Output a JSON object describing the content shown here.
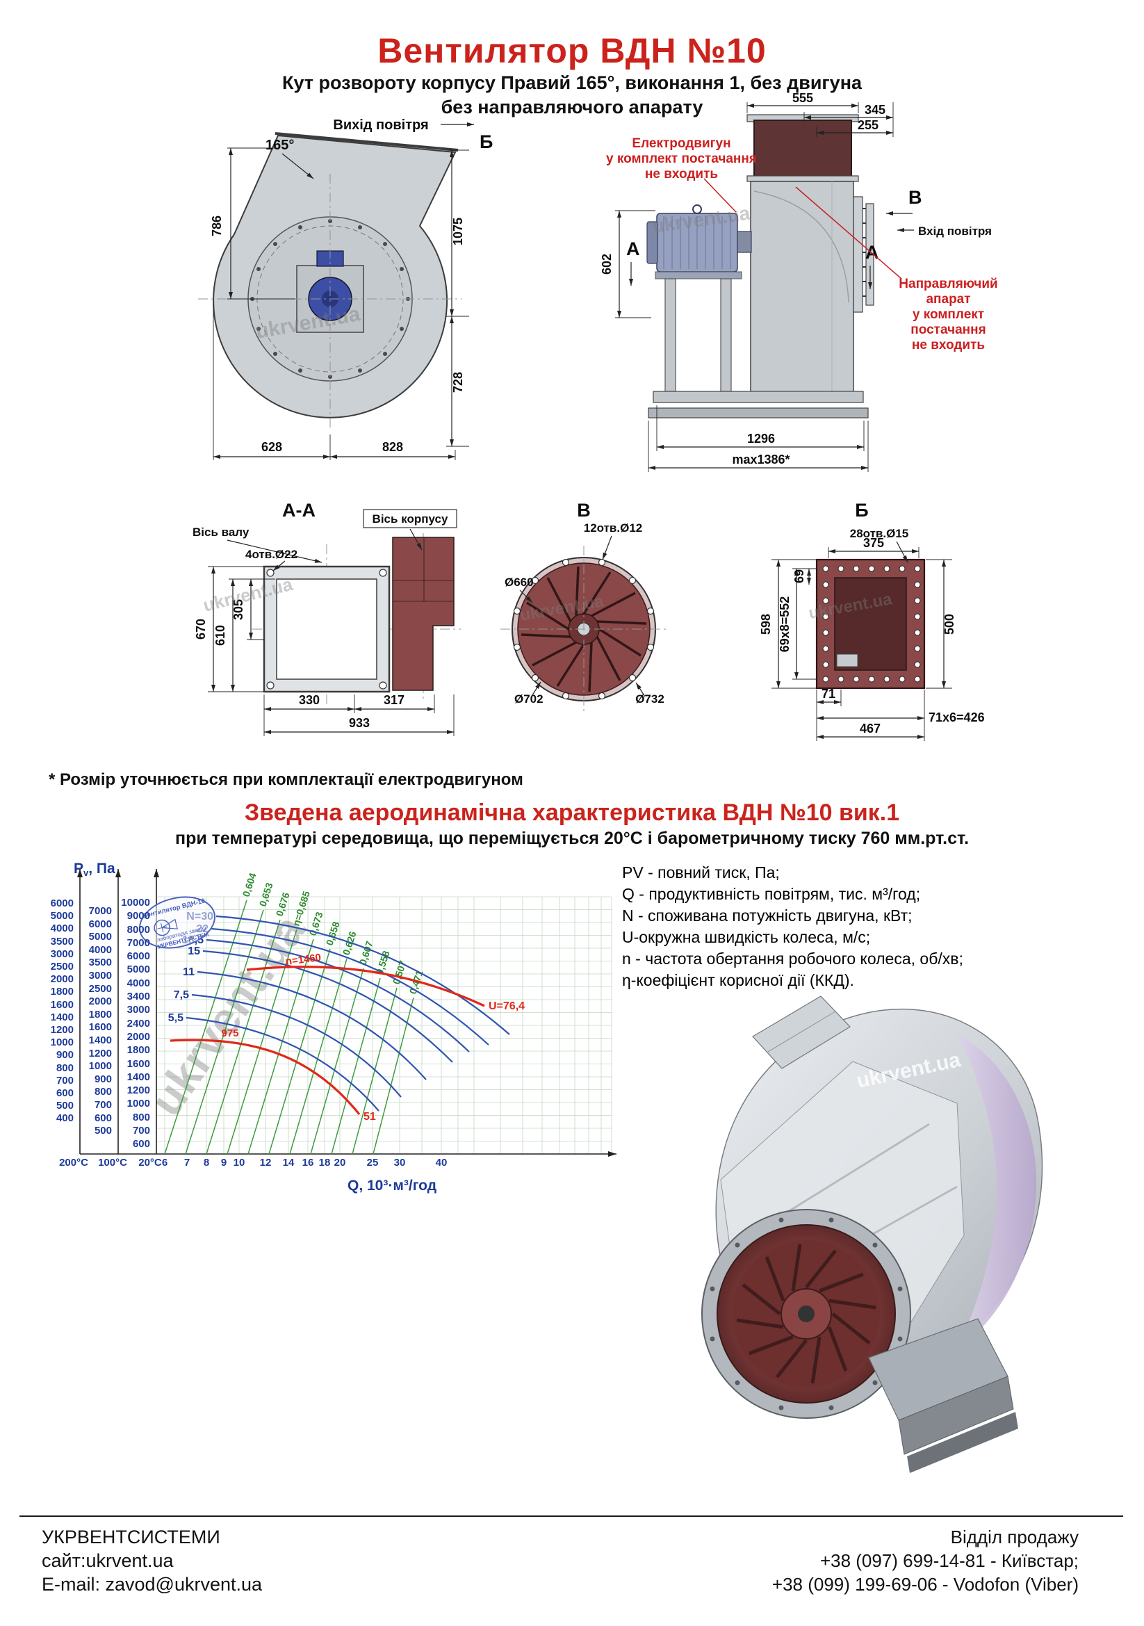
{
  "watermark": "ukrvent.ua",
  "header": {
    "title": "Вентилятор  ВДН №10",
    "subtitle1": "Кут розвороту корпусу Правий 165°, виконання 1, без двигуна",
    "subtitle2": "без направляючого апарату"
  },
  "side_view": {
    "air_out": "Вихід повітря",
    "view_b": "Б",
    "angle": "165°",
    "d786": "786",
    "d1075": "1075",
    "d728": "728",
    "d628": "628",
    "d828": "828"
  },
  "front_view": {
    "d555": "555",
    "d345": "345",
    "d255": "255",
    "d602": "602",
    "d1296": "1296",
    "dmax": "max1386*",
    "view_v": "В",
    "air_in": "Вхід повітря",
    "a_left": "А",
    "a_right": "А",
    "note_motor": [
      "Електродвигун",
      "у комплект постачання",
      "не входить"
    ],
    "note_guide": [
      "Направляючий апарат",
      "у комплект постачання",
      "не входить"
    ]
  },
  "section_aa": {
    "title": "А-А",
    "axis_shaft": "Вісь валу",
    "axis_body": "Вісь корпусу",
    "holes": "4отв.Ø22",
    "d670": "670",
    "d610": "610",
    "d305": "305",
    "d330": "330",
    "d317": "317",
    "d933": "933"
  },
  "section_v": {
    "title": "В",
    "holes": "12отв.Ø12",
    "d660": "Ø660",
    "d702": "Ø702",
    "d732": "Ø732"
  },
  "section_b": {
    "title": "Б",
    "holes": "28отв.Ø15",
    "d375": "375",
    "d598": "598",
    "d69x8": "69х8=552",
    "d69": "69",
    "d500": "500",
    "d71": "71",
    "d71x6": "71х6=426",
    "d467": "467"
  },
  "footnote": "* Розмір уточнюється при комплектації електродвигуном",
  "chart": {
    "heading": "Зведена аеродинамічна характеристика ВДН №10 вик.1",
    "subheading": "при температурі середовища, що переміщується 20°С і барометричному тиску 760 мм.рт.ст.",
    "p_label": {
      "p": "P",
      "sub": "v",
      "rest": ", Па"
    },
    "x_label": "Q, 10³·м³/год",
    "temp_labels": [
      "200°С",
      "100°С",
      "20°С"
    ],
    "scale_200c": [
      "6000",
      "5000",
      "4000",
      "3500",
      "3000",
      "2500",
      "2000",
      "1800",
      "1600",
      "1400",
      "1200",
      "1000",
      "900",
      "800",
      "700",
      "600",
      "500",
      "400"
    ],
    "scale_100c": [
      "7000",
      "6000",
      "5000",
      "4000",
      "3500",
      "3000",
      "2500",
      "2000",
      "1800",
      "1600",
      "1400",
      "1200",
      "1000",
      "900",
      "800",
      "700",
      "600",
      "500"
    ],
    "scale_20c": [
      "10000",
      "9000",
      "8000",
      "7000",
      "6000",
      "5000",
      "4000",
      "3400",
      "3000",
      "2400",
      "2000",
      "1800",
      "1600",
      "1400",
      "1200",
      "1000",
      "800",
      "700",
      "600"
    ],
    "x_ticks": [
      "6",
      "7",
      "8",
      "9",
      "10",
      "12",
      "14",
      "16",
      "18",
      "20",
      "25",
      "30",
      "40"
    ],
    "eta": [
      "0,604",
      "0,653",
      "0,676",
      "η=0,685",
      "0,673",
      "0,658",
      "0,626",
      "0,607",
      "0,558",
      "0,507",
      "0,471"
    ],
    "n_labels": [
      "N=30",
      "22",
      "18,5",
      "15",
      "11",
      "7,5",
      "5,5"
    ],
    "red_n1460": "n=1460",
    "red_u764": "U=76,4",
    "red_975": "975",
    "red_51": "51",
    "stamp": [
      "Вентилятор ВДН-10",
      "лабораторія заводу",
      "УКРВЕНТСИСТЕМ"
    ]
  },
  "chart_data": {
    "type": "line",
    "title": "Зведена аеродинамічна характеристика ВДН №10 вик.1",
    "xlabel": "Q, 10³·м³/год",
    "ylabel": "Pv, Па",
    "x_scale": "log",
    "y_scale": "log",
    "x_ticks": [
      6,
      7,
      8,
      9,
      10,
      12,
      14,
      16,
      18,
      20,
      25,
      30,
      40
    ],
    "pressure_axis_20c": [
      600,
      700,
      800,
      1000,
      1200,
      1400,
      1600,
      1800,
      2000,
      2400,
      3000,
      3400,
      4000,
      5000,
      6000,
      7000,
      8000,
      9000,
      10000
    ],
    "pressure_axis_100c": [
      500,
      600,
      700,
      800,
      900,
      1000,
      1200,
      1400,
      1600,
      1800,
      2000,
      2500,
      3000,
      3500,
      4000,
      5000,
      6000,
      7000
    ],
    "pressure_axis_200c": [
      400,
      500,
      600,
      700,
      800,
      900,
      1000,
      1200,
      1400,
      1600,
      1800,
      2000,
      2500,
      3000,
      3500,
      4000,
      5000,
      6000
    ],
    "power_curves_kW": [
      30,
      22,
      18.5,
      15,
      11,
      7.5,
      5.5
    ],
    "efficiency_lines": [
      0.604,
      0.653,
      0.676,
      0.685,
      0.673,
      0.658,
      0.626,
      0.607,
      0.558,
      0.507,
      0.471
    ],
    "speed_curves": [
      {
        "n_rpm": 1460,
        "U_ms": 76.4
      },
      {
        "n_rpm": 975,
        "U_ms": 51
      }
    ]
  },
  "legend": {
    "lines": [
      "PV - повний тиск, Па;",
      "Q - продуктивність повітрям, тис. м³/год;",
      "N - споживана потужність двигуна, кВт;",
      "U-окружна швидкість колеса, м/с;",
      "n - частота обертання робочого колеса, об/хв;",
      "η-коефіцієнт корисної дії (ККД)."
    ]
  },
  "footer": {
    "company": "УКРВЕНТСИСТЕМИ",
    "site": "сайт:ukrvent.ua",
    "email": "E-mail: zavod@ukrvent.ua",
    "sales_dept": "Відділ продажу",
    "phone1": "+38 (097) 699-14-81 - Київстар;",
    "phone2": "+38 (099) 199-69-06 - Vodofon (Viber)"
  },
  "colors": {
    "accent_red": "#cf2217",
    "axis_blue": "#1d3a9a",
    "curve_blue": "#2f55b0",
    "curve_green": "#3f9b3f",
    "curve_red": "#e02818",
    "drawing_maroon": "#8a4848"
  }
}
